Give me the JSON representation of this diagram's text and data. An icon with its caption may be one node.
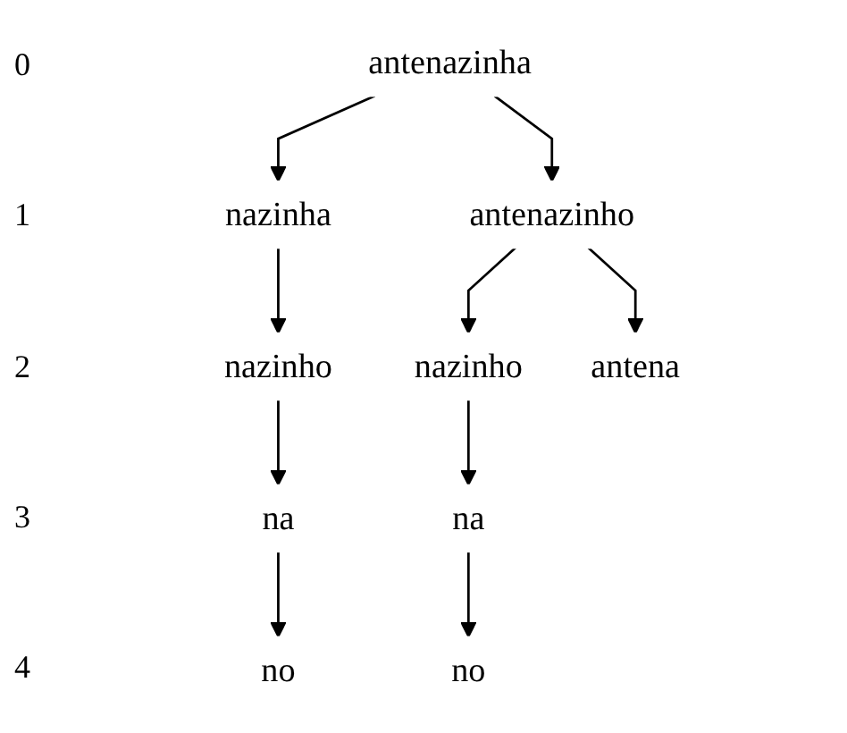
{
  "diagram": {
    "nodes": [
      {
        "text": [
          "antenazinha"
        ]
      },
      {
        "text": [
          "nazinha"
        ]
      },
      {
        "text": [
          "antenazinho"
        ]
      },
      {
        "text": [
          "nazinho"
        ]
      },
      {
        "text": [
          "nazinho"
        ]
      },
      {
        "text": [
          "antena"
        ]
      },
      {
        "text": [
          "na"
        ]
      },
      {
        "text": [
          "na"
        ]
      },
      {
        "text": [
          "no"
        ]
      },
      {
        "text": [
          "no"
        ]
      }
    ],
    "edges": [
      {
        "from": 0,
        "to": 1,
        "arrow": "to"
      },
      {
        "from": 0,
        "to": 2,
        "arrow": "to"
      },
      {
        "from": 1,
        "to": 3,
        "arrow": "to"
      },
      {
        "from": 2,
        "to": 4,
        "arrow": "to"
      },
      {
        "from": 2,
        "to": 5,
        "arrow": "to"
      },
      {
        "from": 3,
        "to": 6,
        "arrow": "to"
      },
      {
        "from": 4,
        "to": 7,
        "arrow": "to"
      },
      {
        "from": 6,
        "to": 8,
        "arrow": "to"
      },
      {
        "from": 7,
        "to": 9,
        "arrow": "to"
      }
    ],
    "labels": [
      "0",
      "1",
      "2",
      "3",
      "4"
    ]
  }
}
